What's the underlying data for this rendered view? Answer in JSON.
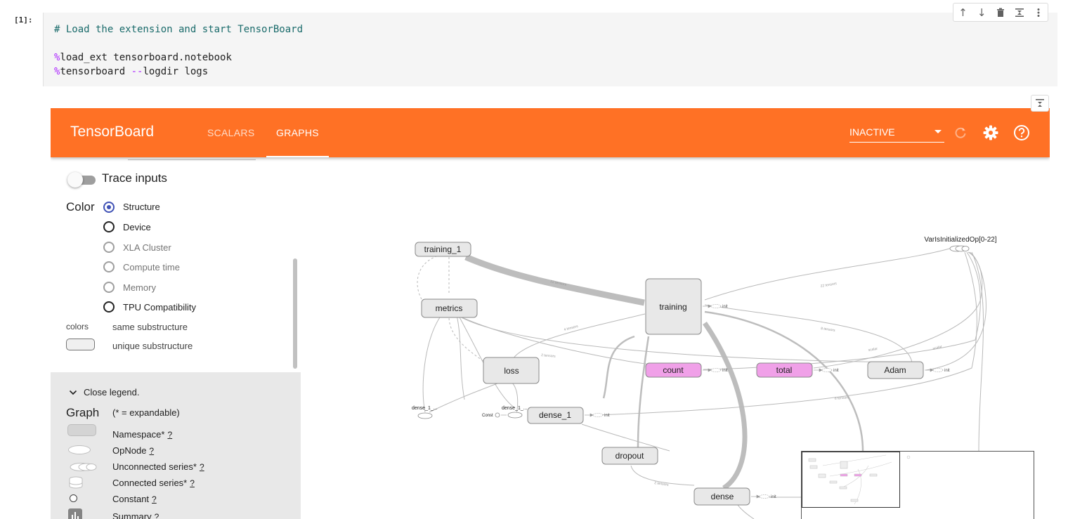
{
  "notebook": {
    "prompt": "[1]:",
    "code_comment": "# Load the extension and start TensorBoard",
    "line2_magic": "%",
    "line2_rest": "load_ext tensorboard.notebook",
    "line3_magic": "%",
    "line3_mid": "tensorboard ",
    "line3_op": "--",
    "line3_rest": "logdir logs"
  },
  "cell_toolbar": {
    "icons": [
      "arrow-up-icon",
      "arrow-down-icon",
      "trash-icon",
      "collapse-icon",
      "more-vert-icon"
    ],
    "glyphs": [
      "↑",
      "↓",
      "🗑",
      "⧗",
      "⋮"
    ]
  },
  "tensorboard": {
    "title": "TensorBoard",
    "tabs": [
      {
        "label": "SCALARS",
        "active": false
      },
      {
        "label": "GRAPHS",
        "active": true
      }
    ],
    "run_status": "INACTIVE",
    "accent": "#ff7125"
  },
  "sidebar": {
    "trace_inputs": "Trace inputs",
    "color_label": "Color",
    "color_options": [
      {
        "label": "Structure",
        "checked": true,
        "enabled": true
      },
      {
        "label": "Device",
        "checked": false,
        "enabled": true
      },
      {
        "label": "XLA Cluster",
        "checked": false,
        "enabled": false
      },
      {
        "label": "Compute time",
        "checked": false,
        "enabled": false
      },
      {
        "label": "Memory",
        "checked": false,
        "enabled": false
      },
      {
        "label": "TPU Compatibility",
        "checked": false,
        "enabled": true
      }
    ],
    "colors_label": "colors",
    "same_substructure": "same substructure",
    "unique_substructure": "unique substructure",
    "close_legend": "Close legend.",
    "graph_label": "Graph",
    "expandable_note": "(* = expandable)",
    "legend_items": [
      {
        "label": "Namespace*",
        "help": "?"
      },
      {
        "label": "OpNode",
        "help": "?"
      },
      {
        "label": "Unconnected series*",
        "help": "?"
      },
      {
        "label": "Connected series*",
        "help": "?"
      },
      {
        "label": "Constant",
        "help": "?"
      },
      {
        "label": "Summary",
        "help": "?"
      }
    ]
  },
  "graph": {
    "nodes": {
      "training_1": "training_1",
      "metrics": "metrics",
      "training": "training",
      "loss": "loss",
      "count": "count",
      "total": "total",
      "adam": "Adam",
      "dense_1": "dense_1",
      "dropout": "dropout",
      "dense": "dense",
      "varisinit": "VarIsInitializedOp[0-22]",
      "dense_1_a": "dense_1_...",
      "dense_1_b": "dense_1_...",
      "const": "Const",
      "init": "init"
    },
    "edge_labels": {
      "tensors_22": "22 tensors",
      "tensors_8": "8 tensors",
      "tensors_6": "6 tensors",
      "tensors_4": "4 tensors",
      "tensors_2": "2 tensors",
      "scalar": "scalar"
    },
    "highlight_color": "#f0a0e8"
  }
}
